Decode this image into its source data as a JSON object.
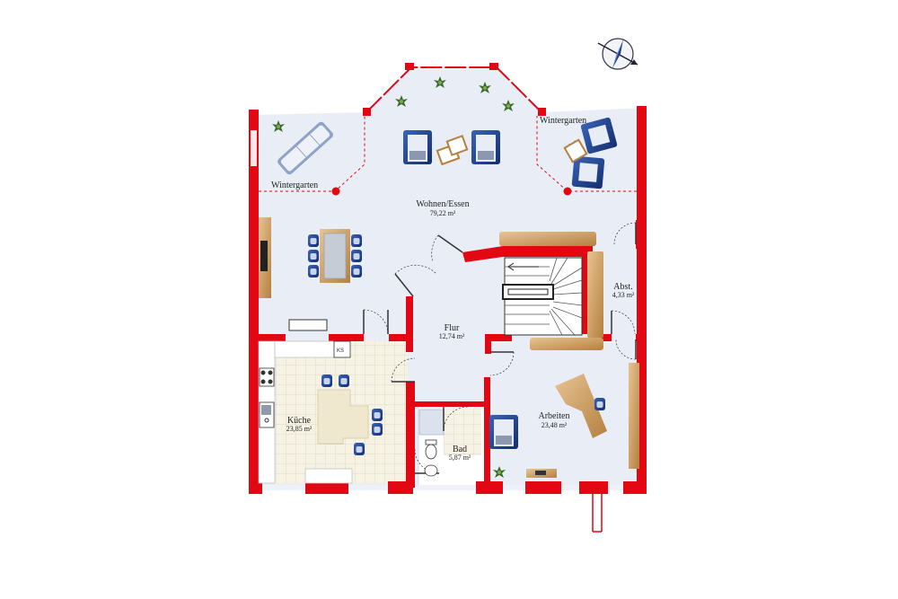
{
  "plan": {
    "rooms": {
      "wohnen": {
        "name": "Wohnen/Essen",
        "area": "79,22 m²"
      },
      "wintergarten_left": {
        "name": "Wintergarten"
      },
      "wintergarten_right": {
        "name": "Wintergarten"
      },
      "flur": {
        "name": "Flur",
        "area": "12,74 m²"
      },
      "abst": {
        "name": "Abst.",
        "area": "4,33 m²"
      },
      "kueche": {
        "name": "Küche",
        "area": "23,85 m²"
      },
      "bad": {
        "name": "Bad",
        "area": "5,87 m²"
      },
      "arbeiten": {
        "name": "Arbeiten",
        "area": "23,48 m²"
      }
    },
    "fixtures": {
      "ks": "KS"
    },
    "icons": [
      "compass-icon",
      "plant-icon",
      "sofa-icon",
      "chair-icon",
      "table-icon",
      "stair-icon",
      "door-swing-icon",
      "stove-icon",
      "sink-icon",
      "toilet-icon",
      "desk-icon"
    ],
    "colors": {
      "wall": "#e30613",
      "floor": "#e9eef6",
      "kitchen_tile": "#f6f3e4",
      "furniture_blue": "#1e3f8f",
      "wood": "#c99a5a",
      "plant": "#3b6b2a"
    }
  }
}
